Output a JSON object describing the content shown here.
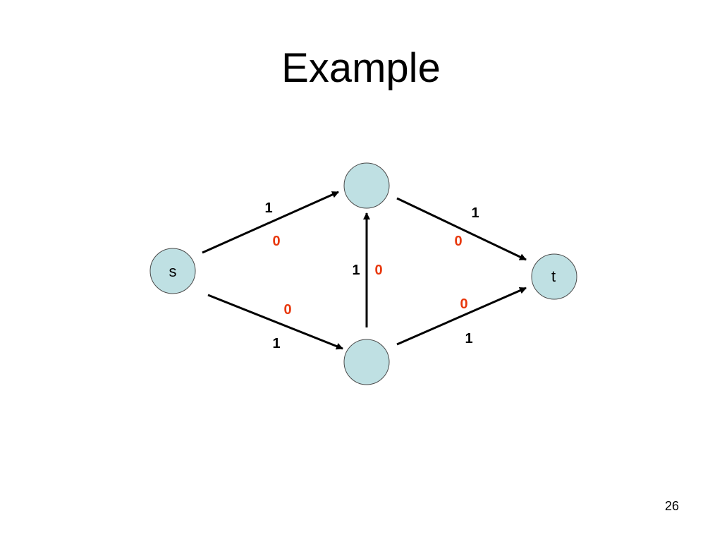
{
  "slide": {
    "title": "Example",
    "page_number": "26"
  },
  "graph": {
    "node_fill": "#bfe0e3",
    "node_stroke": "#4a4a4a",
    "edge_color": "#000000",
    "flow_color": "#e8380d",
    "nodes": {
      "s": "s",
      "t": "t",
      "top": "",
      "bottom": ""
    },
    "edges": {
      "s_top": {
        "capacity": "1",
        "flow": "0"
      },
      "s_bottom": {
        "capacity": "1",
        "flow": "0"
      },
      "bottom_top": {
        "capacity": "1",
        "flow": "0"
      },
      "top_t": {
        "capacity": "1",
        "flow": "0"
      },
      "bottom_t": {
        "capacity": "1",
        "flow": "0"
      }
    }
  }
}
